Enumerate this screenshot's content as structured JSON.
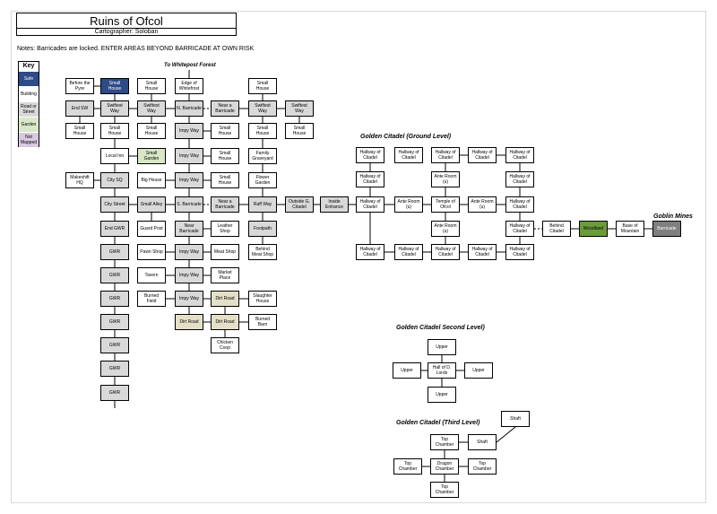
{
  "title": "Ruins of Ofcol",
  "cartographer": "Cartographer: Soloban",
  "notes": "Notes: Barricades are locked.  ENTER AREAS BEYOND BARRICADE AT OWN RISK",
  "legend": {
    "title": "Key",
    "items": [
      {
        "label": "Safe",
        "color": "#2e4a87",
        "text": "#ffffff"
      },
      {
        "label": "Building",
        "color": "#ffffff",
        "text": "#000000"
      },
      {
        "label": "Road or Street",
        "color": "#d9d9d9",
        "text": "#000000"
      },
      {
        "label": "Garden",
        "color": "#d9e7c7",
        "text": "#000000"
      },
      {
        "label": "Not Mapped",
        "color": "#d9c9e0",
        "text": "#000000"
      }
    ]
  },
  "section_titles": {
    "citadel_ground": "Golden Citadel (Ground Level)",
    "citadel_second": "Golden Citadel Second Level)",
    "citadel_third": "Golden Citadel (Third Level)",
    "goblin_mines": "Goblin Mines"
  },
  "annotations": {
    "to_whitepost": "To Whitepost Forest"
  },
  "colors": {
    "safe": "#2e4a87",
    "building": "#ffffff",
    "road": "#d9d9d9",
    "garden": "#d9e7c7",
    "not_mapped": "#d9c9e0",
    "woodland": "#6a9c3a",
    "mines": "#7f7f7f",
    "dirt": "#e4e0c8"
  },
  "rooms": {
    "before_pyre": "Before the Pyre",
    "small_house_safe": "Small House",
    "sh_r1_c3": "Small House",
    "edge_whitefrost": "Edge of Whitefrost",
    "sh_r1_c6": "Small House",
    "end_sw": "End SW",
    "swiftest_1": "Swiftest Way",
    "swiftest_2": "Swiftest Way",
    "n_barricade": "N. Barricade",
    "near_barricade_1": "Near a Barricade",
    "swiftest_3": "Swiftest Way",
    "swiftest_4": "Swiftest Way",
    "sh_r3_c1": "Small House",
    "sh_r3_c2": "Small House",
    "sh_r3_c3": "Small House",
    "impy_1": "Impy Way",
    "sh_r3_c5": "Small House",
    "sh_r3_c6": "Small House",
    "sh_r3_c7": "Small House",
    "local_inn": "Local Inn",
    "small_garden": "Small Garden",
    "impy_2": "Impy Way",
    "sh_r4_c5": "Small House",
    "family_graveyard": "Family Graveyard",
    "makeshift_hq": "Makeshift HQ",
    "city_sq": "City SQ",
    "big_house": "Big House",
    "impy_3": "Impy Way",
    "sh_r5_c5": "Small House",
    "flower_garden": "Flower Garden",
    "city_street": "City Street",
    "small_alley": "Small Alley",
    "s_barricade": "S. Barricade",
    "near_barricade_2": "Near a Barricade",
    "raff_way": "Raff Way",
    "outside_citadel": "Outside G. Citadel",
    "inside_entrance": "Inside Entrance",
    "end_gwr": "End GWR",
    "guard_post": "Guard Post",
    "near_barricade_3": "Near Barricade",
    "leather_shop": "Leather Shop",
    "footpath": "Footpath",
    "gwr_1": "GWR",
    "pawn_shop": "Pawn Shop",
    "impy_4": "Impy Way",
    "meat_shop": "Meat Shop",
    "behind_meat_shop": "Behind Meat Shop",
    "tavern": "Tavern",
    "impy_5": "Impy Way",
    "market_place": "Market Place",
    "gwr_2": "GWR",
    "burned_field": "Burned Field",
    "impy_6": "Impy Way",
    "dirt_road_1": "Dirt Road",
    "slaughter_house": "Slaughter House",
    "gwr_3": "GWR",
    "dirt_road_2": "Dirt Road",
    "dirt_road_3": "Dirt Road",
    "burned_barn": "Burned Barn",
    "gwr_4": "GWR",
    "chicken_coop": "Chicken Coop",
    "gwr_5": "GWR",
    "gwr_6": "GWR",
    "gwr_7": "GWR",
    "hallway_t1": "Hallway of Citadel",
    "hallway_t2": "Hallway of Citadel",
    "hallway_t3": "Hallway of Citadel",
    "hallway_t4": "Hallway of Citadel",
    "hallway_t5": "Hallway of Citadel",
    "hallway_l2": "Hallway of Citadel",
    "ante_room_top": "Ante Room (u)",
    "hallway_r2": "Hallway of Citadel",
    "hallway_m1": "Hallway of Citadel",
    "ante_room_left": "Ante Room (u)",
    "temple_ofcol": "Temple of Ofcol",
    "ante_room_right": "Ante Room (u)",
    "hallway_m5": "Hallway of Citadel",
    "ante_room_bottom": "Ante Room (u)",
    "hallway_r4": "Hallway of Citadel",
    "behind_citadel": "Behind Citadel",
    "woodland": "Woodland",
    "base_mountain": "Base of Mountain",
    "barricade": "Barricade",
    "hallway_b1": "Hallway of Citadel",
    "hallway_b2": "Hallway of Citadel",
    "hallway_b3": "Hallway of Citadel",
    "hallway_b4": "Hallway of Citadel",
    "hallway_b5": "Hallway of Citadel",
    "upper_top": "Upper",
    "upper_left": "Upper",
    "hall_of_lords": "Hall of D. Lords",
    "upper_right": "Upper",
    "upper_bottom": "Upper",
    "shaft_top": "Shaft",
    "top_chamber_1": "Top Chamber",
    "shaft_2": "Shaft",
    "top_chamber_left": "Top Chamber",
    "dragon_chamber": "Dragon Chamber",
    "top_chamber_right": "Top Chamber",
    "top_chamber_bottom": "Top Chamber"
  }
}
